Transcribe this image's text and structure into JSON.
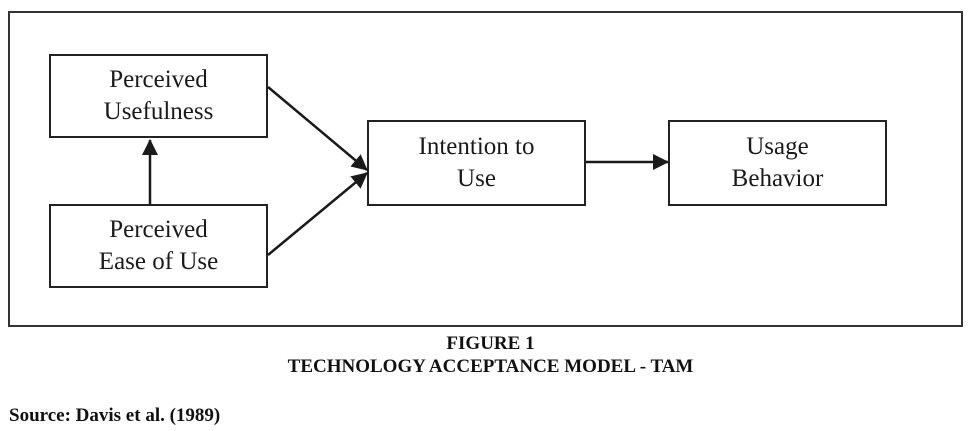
{
  "diagram": {
    "nodes": {
      "perceived_usefulness": {
        "lines": [
          "Perceived",
          "Usefulness"
        ]
      },
      "perceived_ease_of_use": {
        "lines": [
          "Perceived",
          "Ease of Use"
        ]
      },
      "intention_to_use": {
        "lines": [
          "Intention to",
          "Use"
        ]
      },
      "usage_behavior": {
        "lines": [
          "Usage",
          "Behavior"
        ]
      }
    },
    "edges": [
      {
        "from": "perceived_ease_of_use",
        "to": "perceived_usefulness"
      },
      {
        "from": "perceived_usefulness",
        "to": "intention_to_use"
      },
      {
        "from": "perceived_ease_of_use",
        "to": "intention_to_use"
      },
      {
        "from": "intention_to_use",
        "to": "usage_behavior"
      }
    ]
  },
  "caption": {
    "figure_number": "FIGURE 1",
    "title": "TECHNOLOGY ACCEPTANCE MODEL - TAM"
  },
  "source": "Source: Davis et al. (1989)"
}
